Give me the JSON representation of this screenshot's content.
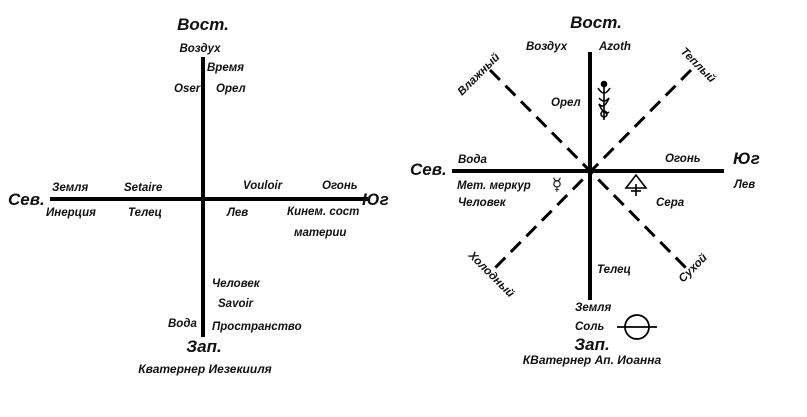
{
  "left": {
    "north": "Сев.",
    "south": "Юг",
    "east": "Вост.",
    "west": "Зап.",
    "caption": "Кватернер Иезекииля",
    "labels": {
      "air": "Воздух",
      "time": "Время",
      "oser": "Oser",
      "eagle": "Орел",
      "earth": "Земля",
      "setaire": "Setaire",
      "vouloir": "Vouloir",
      "fire": "Огонь",
      "inertia": "Инерция",
      "calf": "Телец",
      "lion": "Лев",
      "kinetic": "Кинем. сост",
      "matter": "материи",
      "man": "Человек",
      "savoir": "Savoir",
      "water": "Вода",
      "space": "Пространство"
    }
  },
  "right": {
    "north": "Сев.",
    "south": "Юг",
    "east": "Вост.",
    "west": "Зап.",
    "caption": "КВатернер Ап. Иоанна",
    "labels": {
      "humid": "Влажный",
      "air": "Воздух",
      "azoth": "Azoth",
      "warm": "Теплый",
      "eagle": "Орел",
      "water": "Вода",
      "fire": "Огонь",
      "lion": "Лев",
      "mercury": "Мет. меркур",
      "man": "Человек",
      "sulfur": "Сера",
      "cold": "Холодный",
      "dry": "Сухой",
      "calf": "Телец",
      "earth": "Земля",
      "salt": "Соль"
    },
    "symbols": {
      "mercury": "☿",
      "sulfur": "sulfur-triangle-icon",
      "salt": "salt-circle-icon",
      "caduceus": "caduceus-icon"
    }
  }
}
